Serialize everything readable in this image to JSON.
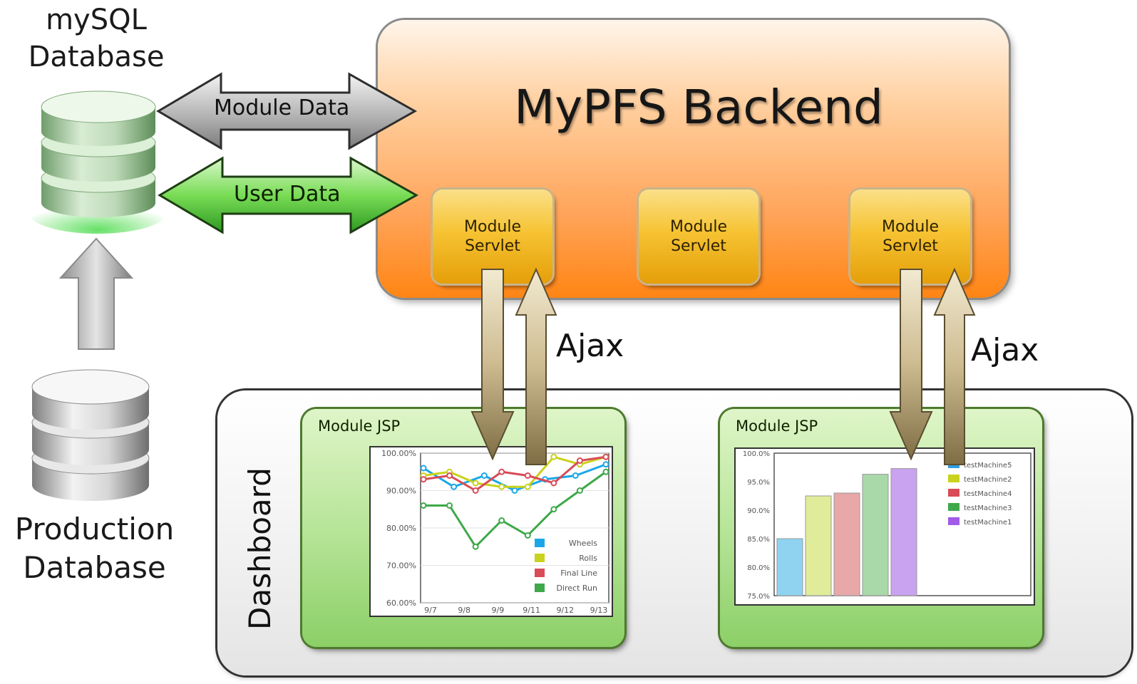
{
  "databases": {
    "mysql_label_line1": "mySQL",
    "mysql_label_line2": "Database",
    "production_label_line1": "Production",
    "production_label_line2": "Database"
  },
  "arrows": {
    "module_data": "Module Data",
    "user_data": "User Data",
    "ajax_left": "Ajax",
    "ajax_right": "Ajax"
  },
  "backend": {
    "title": "MyPFS Backend",
    "servlets": [
      {
        "line1": "Module",
        "line2": "Servlet"
      },
      {
        "line1": "Module",
        "line2": "Servlet"
      },
      {
        "line1": "Module",
        "line2": "Servlet"
      }
    ]
  },
  "dashboard": {
    "label": "Dashboard",
    "modules": [
      {
        "title": "Module JSP"
      },
      {
        "title": "Module JSP"
      }
    ]
  },
  "colors": {
    "backend": "#ff8514",
    "servlet": "#f6c333",
    "jsp": "#b7e599",
    "arrow_gray": "#a8a8a8",
    "arrow_green": "#6ed84a",
    "arrow_tan": "#b9a982"
  },
  "chart_data": [
    {
      "type": "line",
      "x": [
        "9/7",
        "9/8",
        "9/9",
        "9/11",
        "9/12",
        "9/13"
      ],
      "ylim": [
        60,
        100
      ],
      "yticks": [
        "100.00%",
        "90.00%",
        "80.00%",
        "70.00%",
        "60.00%"
      ],
      "series": [
        {
          "name": "Wheels",
          "color": "#1aa7e8",
          "values": [
            96,
            91,
            94,
            90,
            93,
            94,
            97
          ]
        },
        {
          "name": "Rolls",
          "color": "#c9d21c",
          "values": [
            94,
            95,
            92,
            91,
            91,
            99,
            97,
            99
          ]
        },
        {
          "name": "Final Line",
          "color": "#d84b57",
          "values": [
            93,
            94,
            90,
            95,
            94,
            92,
            98,
            99
          ]
        },
        {
          "name": "Direct Run",
          "color": "#3ea84a",
          "values": [
            86,
            86,
            75,
            82,
            78,
            85,
            90,
            95
          ]
        }
      ]
    },
    {
      "type": "bar",
      "ylim": [
        75,
        100
      ],
      "yticks": [
        "100.0%",
        "95.0%",
        "90.0%",
        "85.0%",
        "80.0%",
        "75.0%"
      ],
      "series": [
        {
          "name": "testMachine5",
          "color": "#8fd3f1",
          "value": 85.0
        },
        {
          "name": "testMachine2",
          "color": "#e0ec9a",
          "value": 92.5
        },
        {
          "name": "testMachine4",
          "color": "#e8a8a8",
          "value": 93.0
        },
        {
          "name": "testMachine3",
          "color": "#a9d8a9",
          "value": 96.3
        },
        {
          "name": "testMachine1",
          "color": "#c9a2f0",
          "value": 97.3
        }
      ]
    }
  ]
}
